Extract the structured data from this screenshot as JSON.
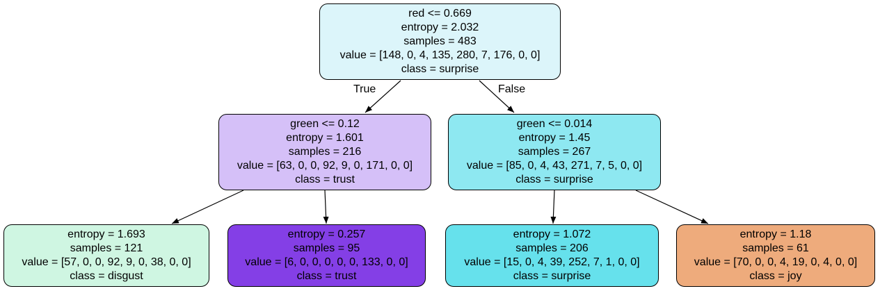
{
  "diagram": {
    "nodes": [
      {
        "id": "n0",
        "lines": [
          "red <= 0.669",
          "entropy = 2.032",
          "samples = 483",
          "value = [148, 0, 4, 135, 280, 7, 176, 0, 0]",
          "class = surprise"
        ],
        "color": "#dcf5fa"
      },
      {
        "id": "n1",
        "lines": [
          "green <= 0.12",
          "entropy = 1.601",
          "samples = 216",
          "value = [63, 0, 0, 92, 9, 0, 171, 0, 0]",
          "class = trust"
        ],
        "color": "#d5c0f8"
      },
      {
        "id": "n2",
        "lines": [
          "green <= 0.014",
          "entropy = 1.45",
          "samples = 267",
          "value = [85, 0, 4, 43, 271, 7, 5, 0, 0]",
          "class = surprise"
        ],
        "color": "#8ee8f1"
      },
      {
        "id": "n3",
        "lines": [
          "entropy = 1.693",
          "samples = 121",
          "value = [57, 0, 0, 92, 9, 0, 38, 0, 0]",
          "class = disgust"
        ],
        "color": "#cff6e2"
      },
      {
        "id": "n4",
        "lines": [
          "entropy = 0.257",
          "samples = 95",
          "value = [6, 0, 0, 0, 0, 0, 133, 0, 0]",
          "class = trust"
        ],
        "color": "#843fe6"
      },
      {
        "id": "n5",
        "lines": [
          "entropy = 1.072",
          "samples = 206",
          "value = [15, 0, 4, 39, 252, 7, 1, 0, 0]",
          "class = surprise"
        ],
        "color": "#66e1ec"
      },
      {
        "id": "n6",
        "lines": [
          "entropy = 1.18",
          "samples = 61",
          "value = [70, 0, 0, 4, 19, 0, 4, 0, 0]",
          "class = joy"
        ],
        "color": "#eeab7c"
      }
    ],
    "edges": [
      {
        "from": "n0",
        "to": "n1",
        "label": "True"
      },
      {
        "from": "n0",
        "to": "n2",
        "label": "False"
      },
      {
        "from": "n1",
        "to": "n3",
        "label": ""
      },
      {
        "from": "n1",
        "to": "n4",
        "label": ""
      },
      {
        "from": "n2",
        "to": "n5",
        "label": ""
      },
      {
        "from": "n2",
        "to": "n6",
        "label": ""
      }
    ]
  }
}
